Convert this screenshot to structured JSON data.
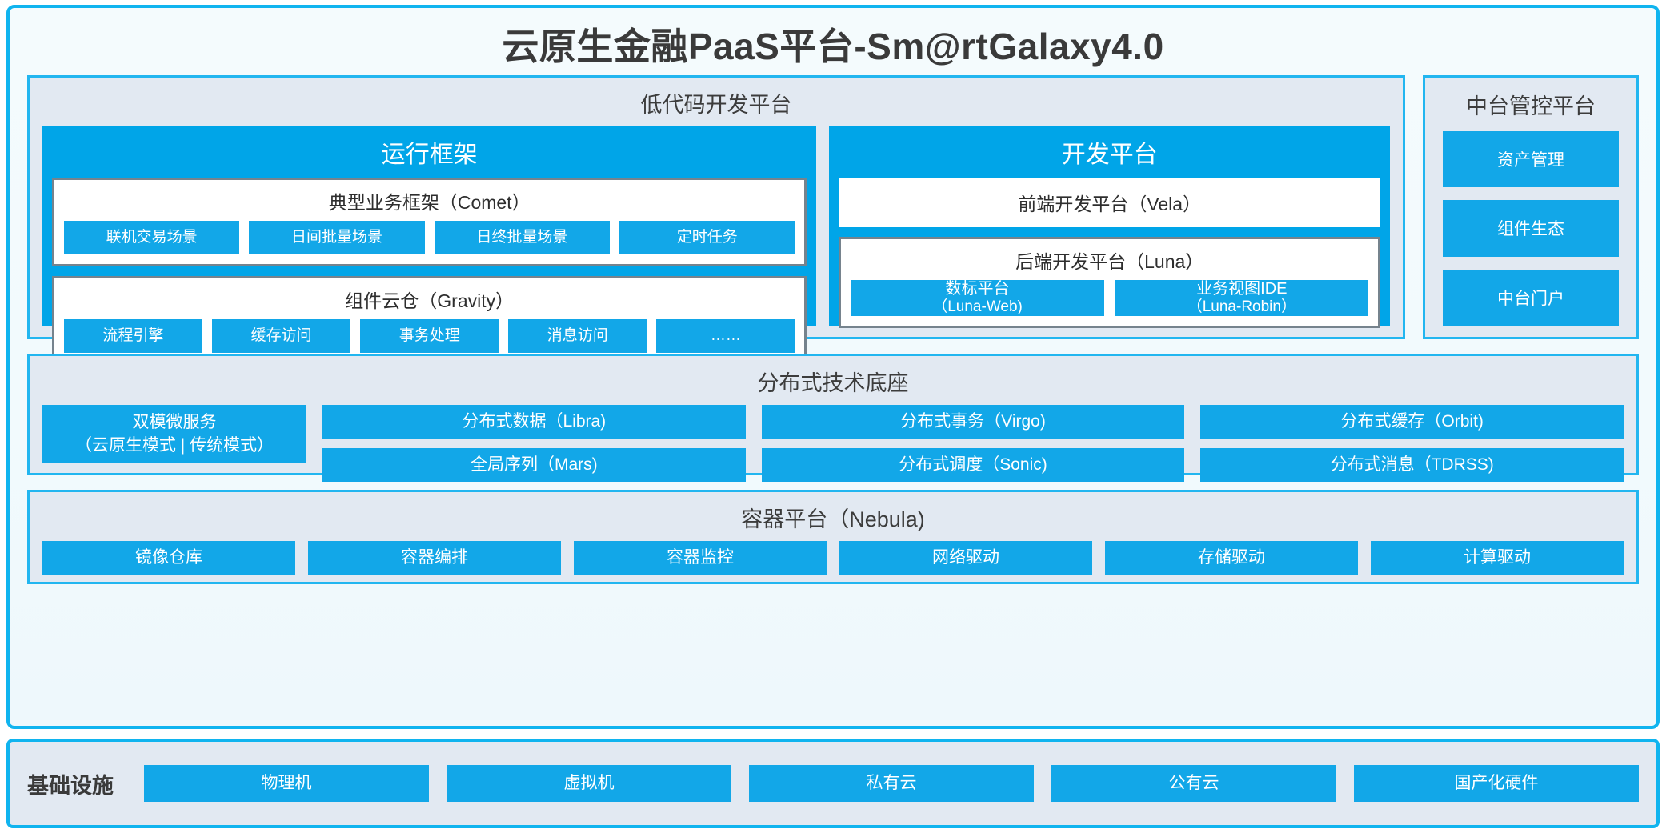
{
  "title": "云原生金融PaaS平台-Sm@rtGalaxy4.0",
  "colors": {
    "accent_blue": "#00a5e8",
    "chip_blue": "#12a7e8",
    "panel_bg": "#e2e9f2",
    "border_blue": "#10b4ef",
    "inner_gray_border": "#76838d",
    "page_bg": "#f4fbfd"
  },
  "lowcode": {
    "heading": "低代码开发平台",
    "runtime_framework": {
      "heading": "运行框架",
      "comet": {
        "heading": "典型业务框架（Comet）",
        "chips": [
          "联机交易场景",
          "日间批量场景",
          "日终批量场景",
          "定时任务"
        ]
      },
      "gravity": {
        "heading": "组件云仓（Gravity）",
        "chips": [
          "流程引擎",
          "缓存访问",
          "事务处理",
          "消息访问",
          "……"
        ]
      }
    },
    "dev_platform": {
      "heading": "开发平台",
      "vela": "前端开发平台（Vela）",
      "luna": {
        "heading": "后端开发平台（Luna）",
        "chips": [
          {
            "name": "数标平台",
            "code": "（Luna-Web)"
          },
          {
            "name": "业务视图IDE",
            "code": "（Luna-Robin）"
          }
        ]
      }
    }
  },
  "midoffice": {
    "heading": "中台管控平台",
    "items": [
      "资产管理",
      "组件生态",
      "中台门户"
    ]
  },
  "distributed_base": {
    "heading": "分布式技术底座",
    "wide": {
      "line1": "双模微服务",
      "line2": "（云原生模式 | 传统模式）"
    },
    "columns": [
      [
        "分布式数据（Libra)",
        "全局序列（Mars)"
      ],
      [
        "分布式事务（Virgo)",
        "分布式调度（Sonic)"
      ],
      [
        "分布式缓存（Orbit)",
        "分布式消息（TDRSS)"
      ]
    ]
  },
  "container_platform": {
    "heading": "容器平台（Nebula)",
    "chips": [
      "镜像仓库",
      "容器编排",
      "容器监控",
      "网络驱动",
      "存储驱动",
      "计算驱动"
    ]
  },
  "infrastructure": {
    "label": "基础设施",
    "items": [
      "物理机",
      "虚拟机",
      "私有云",
      "公有云",
      "国产化硬件"
    ]
  }
}
